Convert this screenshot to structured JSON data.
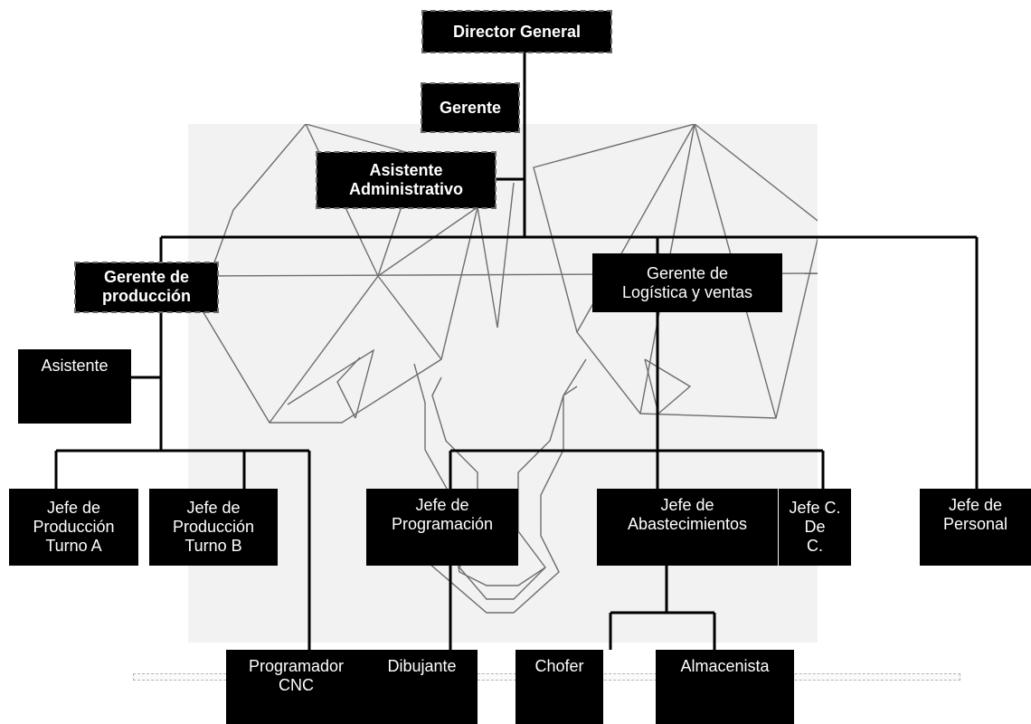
{
  "chart": {
    "director": "Director General",
    "gerente": "Gerente",
    "asistente_admin": [
      "Asistente",
      "Administrativo"
    ],
    "gerente_produccion": [
      "Gerente de",
      "producción"
    ],
    "gerente_logistica": [
      "Gerente de",
      "Logística y ventas"
    ],
    "asistente": "Asistente",
    "jefe_turno_a": [
      "Jefe de",
      "Producción",
      "Turno A"
    ],
    "jefe_turno_b": [
      "Jefe de",
      "Producción",
      "Turno B"
    ],
    "jefe_programacion": [
      "Jefe de",
      "Programación"
    ],
    "jefe_abastecimientos": [
      "Jefe de",
      "Abastecimientos"
    ],
    "jefe_cdc": [
      "Jefe C.",
      "De",
      "C."
    ],
    "jefe_personal": [
      "Jefe de",
      "Personal"
    ],
    "programador_cnc": [
      "Programador",
      "CNC"
    ],
    "dibujante": "Dibujante",
    "chofer": "Chofer",
    "almacenista": "Almacenista"
  }
}
